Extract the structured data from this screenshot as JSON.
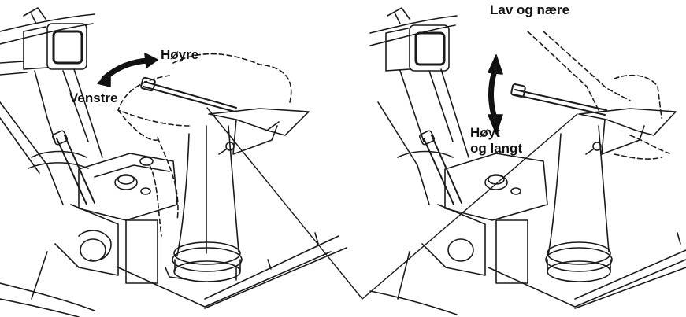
{
  "labels": {
    "right": "Høyre",
    "left": "Venstre",
    "low_near": "Lav og nære",
    "high": "Høyt",
    "far": "og langt"
  }
}
